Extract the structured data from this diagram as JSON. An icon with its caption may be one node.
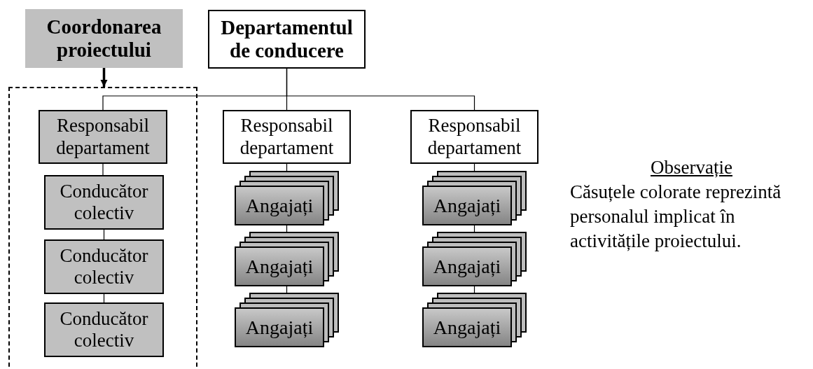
{
  "diagram": {
    "nodes": [
      {
        "text": [
          "Coordonarea proiectului"
        ]
      },
      {
        "text": [
          "Departamentul de conducere"
        ]
      },
      {
        "text": [],
        "shape": "box"
      },
      {
        "text": [
          "Responsabil departament"
        ],
        "in": 2
      },
      {
        "text": [
          "Conducător colectiv"
        ],
        "in": 2
      },
      {
        "text": [
          "Conducător colectiv"
        ],
        "in": 2
      },
      {
        "text": [
          "Conducător colectiv"
        ],
        "in": 2
      },
      {
        "text": [
          "Responsabil departament"
        ]
      },
      {
        "text": [
          "Responsabil departament"
        ]
      },
      {
        "text": [
          "Angajați"
        ]
      },
      {
        "text": [
          "Angajați"
        ]
      },
      {
        "text": [
          "Angajați"
        ]
      },
      {
        "text": [
          "Angajați"
        ]
      },
      {
        "text": [
          "Angajați"
        ]
      },
      {
        "text": [
          "Angajați"
        ]
      }
    ],
    "edges": [
      {
        "from": 0,
        "to": 2,
        "arrow": "to",
        "style": "thick"
      },
      {
        "from": 1,
        "to": 3,
        "arrow": "none"
      },
      {
        "from": 1,
        "to": 7,
        "arrow": "none"
      },
      {
        "from": 1,
        "to": 8,
        "arrow": "none"
      },
      {
        "from": 3,
        "to": 4,
        "arrow": "none"
      },
      {
        "from": 4,
        "to": 5,
        "arrow": "none"
      },
      {
        "from": 5,
        "to": 6,
        "arrow": "none"
      },
      {
        "from": 7,
        "to": 9,
        "arrow": "none"
      },
      {
        "from": 9,
        "to": 10,
        "arrow": "none"
      },
      {
        "from": 10,
        "to": 11,
        "arrow": "none"
      },
      {
        "from": 8,
        "to": 12,
        "arrow": "none"
      },
      {
        "from": 12,
        "to": 13,
        "arrow": "none"
      },
      {
        "from": 13,
        "to": 14,
        "arrow": "none"
      }
    ],
    "labels": [
      "Observație",
      "Căsuțele colorate reprezintă personalul implicat în activitățile proiectului."
    ]
  }
}
